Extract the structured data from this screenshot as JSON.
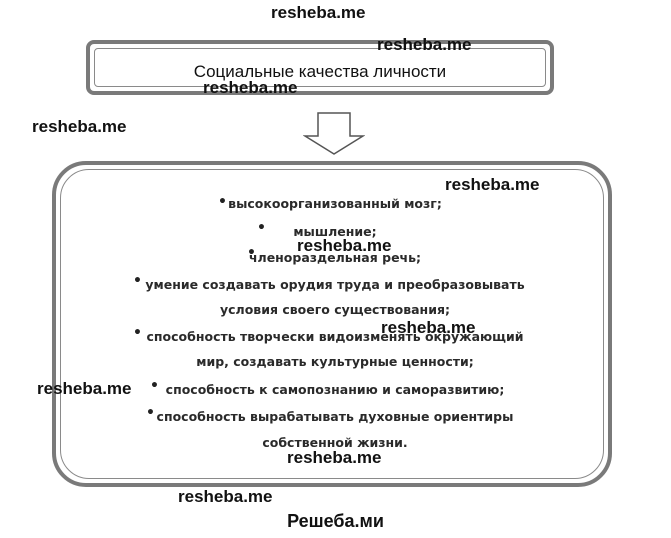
{
  "title": "Социальные качества личности",
  "items": [
    {
      "lines": [
        "высокоорганизованный мозг;"
      ]
    },
    {
      "lines": [
        "мышление;"
      ]
    },
    {
      "lines": [
        "членораздельная речь;"
      ]
    },
    {
      "lines": [
        "умение создавать орудия труда и преобразовывать",
        "условия своего существования;"
      ]
    },
    {
      "lines": [
        "способность творчески видоизменять окружающий",
        "мир, создавать культурные ценности;"
      ]
    },
    {
      "lines": [
        "способность к самопознанию и саморазвитию;"
      ]
    },
    {
      "lines": [
        "способность вырабатывать духовные ориентиры",
        "собственной жизни."
      ]
    }
  ],
  "bullet_char": "•",
  "watermark": "resheba.me",
  "footer": "Решеба.ми",
  "colors": {
    "border": "#7a7a7a",
    "text": "#2a2a2a"
  }
}
